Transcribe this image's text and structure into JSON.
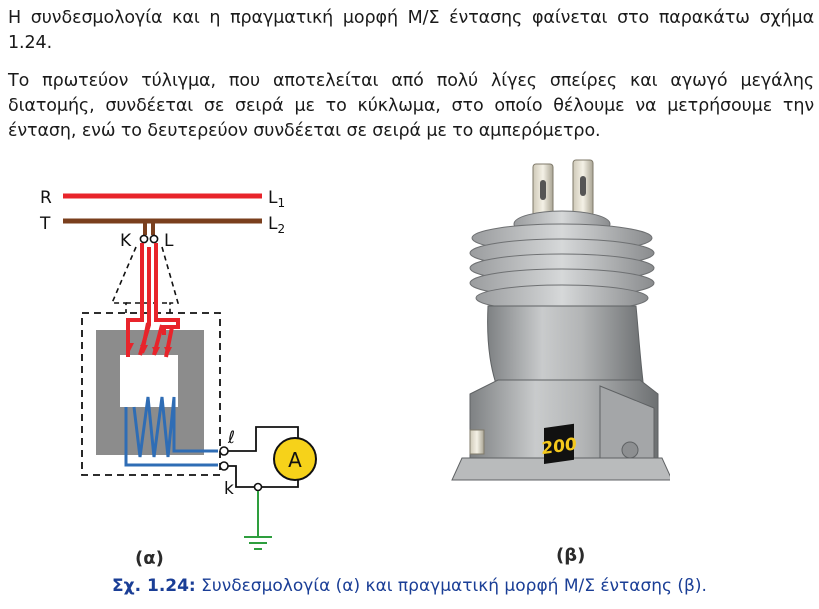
{
  "paragraphs": [
    "Η συνδεσμολογία και η πραγματική μορφή Μ/Σ έντασης φαίνεται στο παρακάτω σχήμα 1.24.",
    "Το πρωτεύον τύλιγμα, που αποτελείται από πολύ λίγες σπείρες και αγωγό μεγάλης διατομής, συνδέεται σε σειρά με το κύκλωμα, στο οποίο θέλουμε να μετρήσουμε την ένταση, ενώ το δευτερεύον συνδέεται σε σειρά με το αμπερόμετρο."
  ],
  "diagram": {
    "line_top_left": "R",
    "line_top_right": "L",
    "line_top_right_sub": "1",
    "line_bottom_left": "T",
    "line_bottom_right": "L",
    "line_bottom_right_sub": "2",
    "primary_left": "K",
    "primary_right": "L",
    "secondary_top": "ℓ",
    "secondary_bottom": "k",
    "meter": "A"
  },
  "photo": {
    "badge": "200"
  },
  "subcaptions": {
    "a": "(α)",
    "b": "(β)"
  },
  "caption": {
    "label": "Σχ. 1.24:",
    "text": " Συνδεσμολογία (α) και πραγματική μορφή Μ/Σ έντασης (β)."
  },
  "colors": {
    "primary_wire": "#e8242b",
    "line_T": "#7a3f1d",
    "secondary_wire": "#2f6db5",
    "ground_wire": "#2e9e3e",
    "meter_fill": "#f6d21a",
    "core": "#8c8c8c",
    "caption": "#1a3e96"
  }
}
